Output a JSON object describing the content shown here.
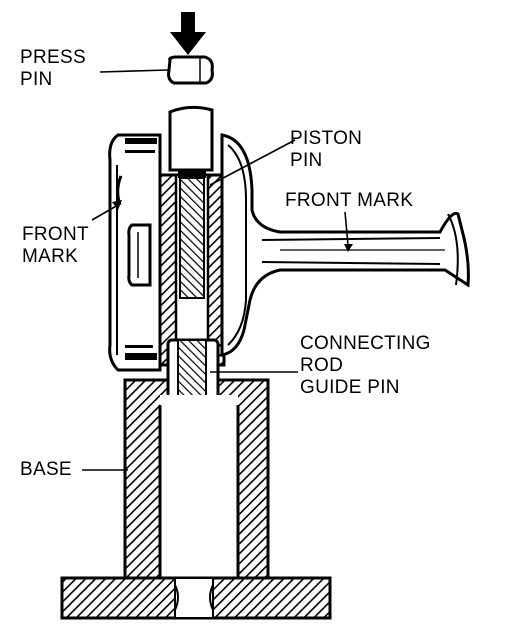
{
  "labels": {
    "press_pin": [
      "PRESS",
      "PIN"
    ],
    "piston_pin": [
      "PISTON",
      "PIN"
    ],
    "front_mark_right": "FRONT MARK",
    "front_mark_left": [
      "FRONT",
      "MARK"
    ],
    "connecting_rod_guide_pin": [
      "CONNECTING",
      "ROD",
      "GUIDE PIN"
    ],
    "base": "BASE"
  },
  "colors": {
    "ink": "#000000",
    "paper": "#ffffff"
  },
  "icons": {
    "press_direction": "down-arrow-icon"
  }
}
